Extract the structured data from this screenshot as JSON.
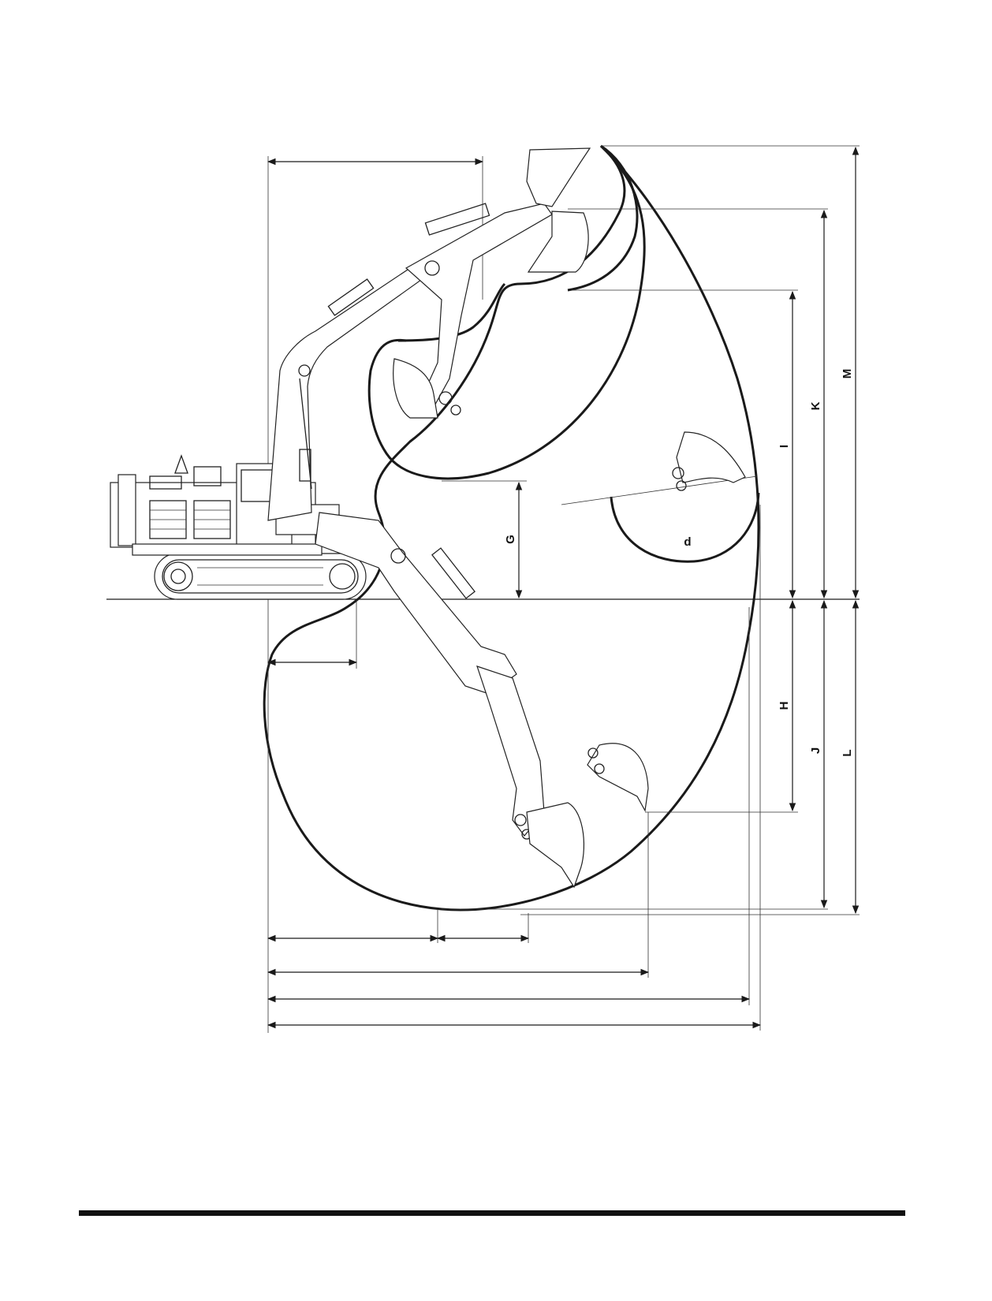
{
  "labels": {
    "G": "G",
    "H": "H",
    "I": "I",
    "J": "J",
    "K": "K",
    "L": "L",
    "M": "M",
    "d": "d"
  },
  "colors": {
    "ink": "#1a1a1a",
    "paper": "#ffffff"
  }
}
